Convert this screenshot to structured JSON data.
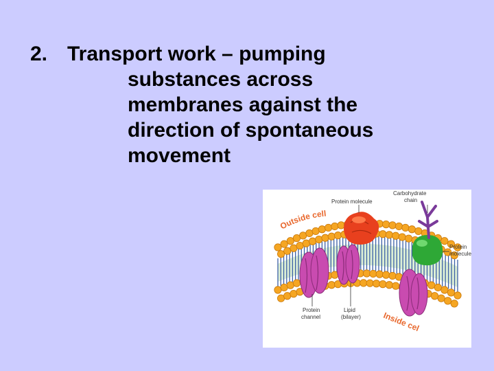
{
  "slide": {
    "bullet_number": "2.",
    "bullet_lines": [
      "Transport work – pumping",
      "substances across",
      "membranes against the",
      "direction of spontaneous",
      "movement"
    ]
  },
  "figure": {
    "labels": {
      "outside_cell": "Outside cell",
      "inside_cell": "Inside cell",
      "protein_molecule_top": "Protein molecule",
      "carbohydrate_chain_1": "Carbohydrate",
      "carbohydrate_chain_2": "chain",
      "protein_molecule_right_1": "Protein",
      "protein_molecule_right_2": "molecule",
      "protein_channel_1": "Protein",
      "protein_channel_2": "channel",
      "lipid_bilayer_1": "Lipid",
      "lipid_bilayer_2": "(bilayer)"
    },
    "colors": {
      "slide_background": "#ccccff",
      "lipid_head": "#f5a623",
      "lipid_head_edge": "#c9780a",
      "lipid_tail": "#3b5fa6",
      "bilayer_core": "#dcefd6",
      "channel_protein": "#c94bb0",
      "top_protein": "#e8401e",
      "right_protein": "#2ea836",
      "carbohydrate_chain": "#7a3a9a",
      "curved_label": "#e8672c"
    }
  }
}
